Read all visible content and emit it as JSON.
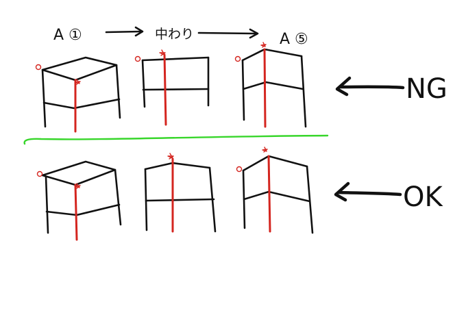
{
  "header": {
    "start_label": "A ①",
    "middle_label": "中わり",
    "end_label": "A ⑤"
  },
  "rows": [
    {
      "verdict": "NG"
    },
    {
      "verdict": "OK"
    }
  ],
  "colors": {
    "ink": "#111111",
    "axis": "#d4251f",
    "divider": "#37d62a"
  },
  "icons": {
    "marker": "circle-icon",
    "anchor": "star-icon",
    "arrow": "right-arrow-icon"
  }
}
